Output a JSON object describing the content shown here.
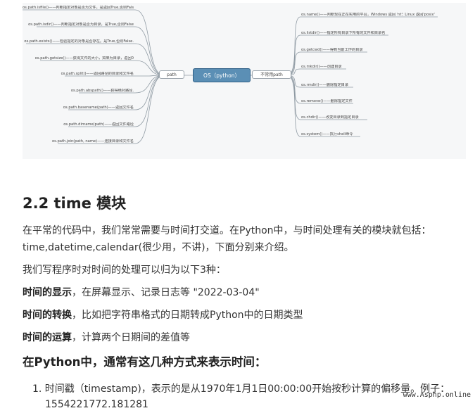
{
  "mindmap": {
    "root": "OS（python）",
    "path_branch": "path",
    "common_branch": "不常用path",
    "left_nodes": [
      "os.path.isfile()——判断指定对象是否为文件，是返回True,否则False",
      "os.path.isdir()——判断指定对象是否为目录，是True,否则False",
      "os.path.exists()——检验指定的对象是否存在。是True,否则False.",
      "os.path.getsize()——获得文件的大小，如果为目录，返回0",
      "os.path.split()——返回路径的目录和文件名",
      "os.path.abspath()——获得绝对路径.",
      "os.path.basename(path)——返回文件名",
      "os.path.dirname(path)——返回文件路径",
      "os.path.join(path, name)——连接目录和文件名"
    ],
    "right_nodes": [
      "os.name()——判断现在正在实用的平台，Windows 返回 'nt'; Linux 返回'posix'",
      "os.listdir()——指定所有目录下所有的文件和目录名",
      "os.getcwd()——得到当前工作的目录",
      "os.mkdir()——创建目录",
      "os.rmdir()——删除指定目录",
      "os.remove()——删除指定文件",
      "os.chdir()——改变目录到指定目录",
      "os.system()——执行shell命令"
    ]
  },
  "article": {
    "heading": "2.2 time 模块",
    "intro": "在平常的代码中，我们常常需要与时间打交道。在Python中，与时间处理有关的模块就包括：time,datetime,calendar(很少用，不讲)，下面分别来介绍。",
    "summary": "我们写程序时对时间的处理可以归为以下3种：",
    "item1_bold": "时间的显示",
    "item1_text": "，在屏幕显示、记录日志等 \"2022-03-04\"",
    "item2_bold": "时间的转换",
    "item2_text": "，比如把字符串格式的日期转成Python中的日期类型",
    "item3_bold": "时间的运算",
    "item3_text": "，计算两个日期间的差值等",
    "subheading": "在Python中，通常有这几种方式来表示时间：",
    "list1": "1.  时间戳（timestamp)，表示的是从1970年1月1日00:00:00开始按秒计算的偏移量。例子：",
    "list1_cont": "1554221772.181281"
  },
  "watermark": "www.Asphp.online",
  "colors": {
    "root_fill": "#5b8fb5",
    "line": "#8f9aa3",
    "background": "#f6f7f8"
  }
}
